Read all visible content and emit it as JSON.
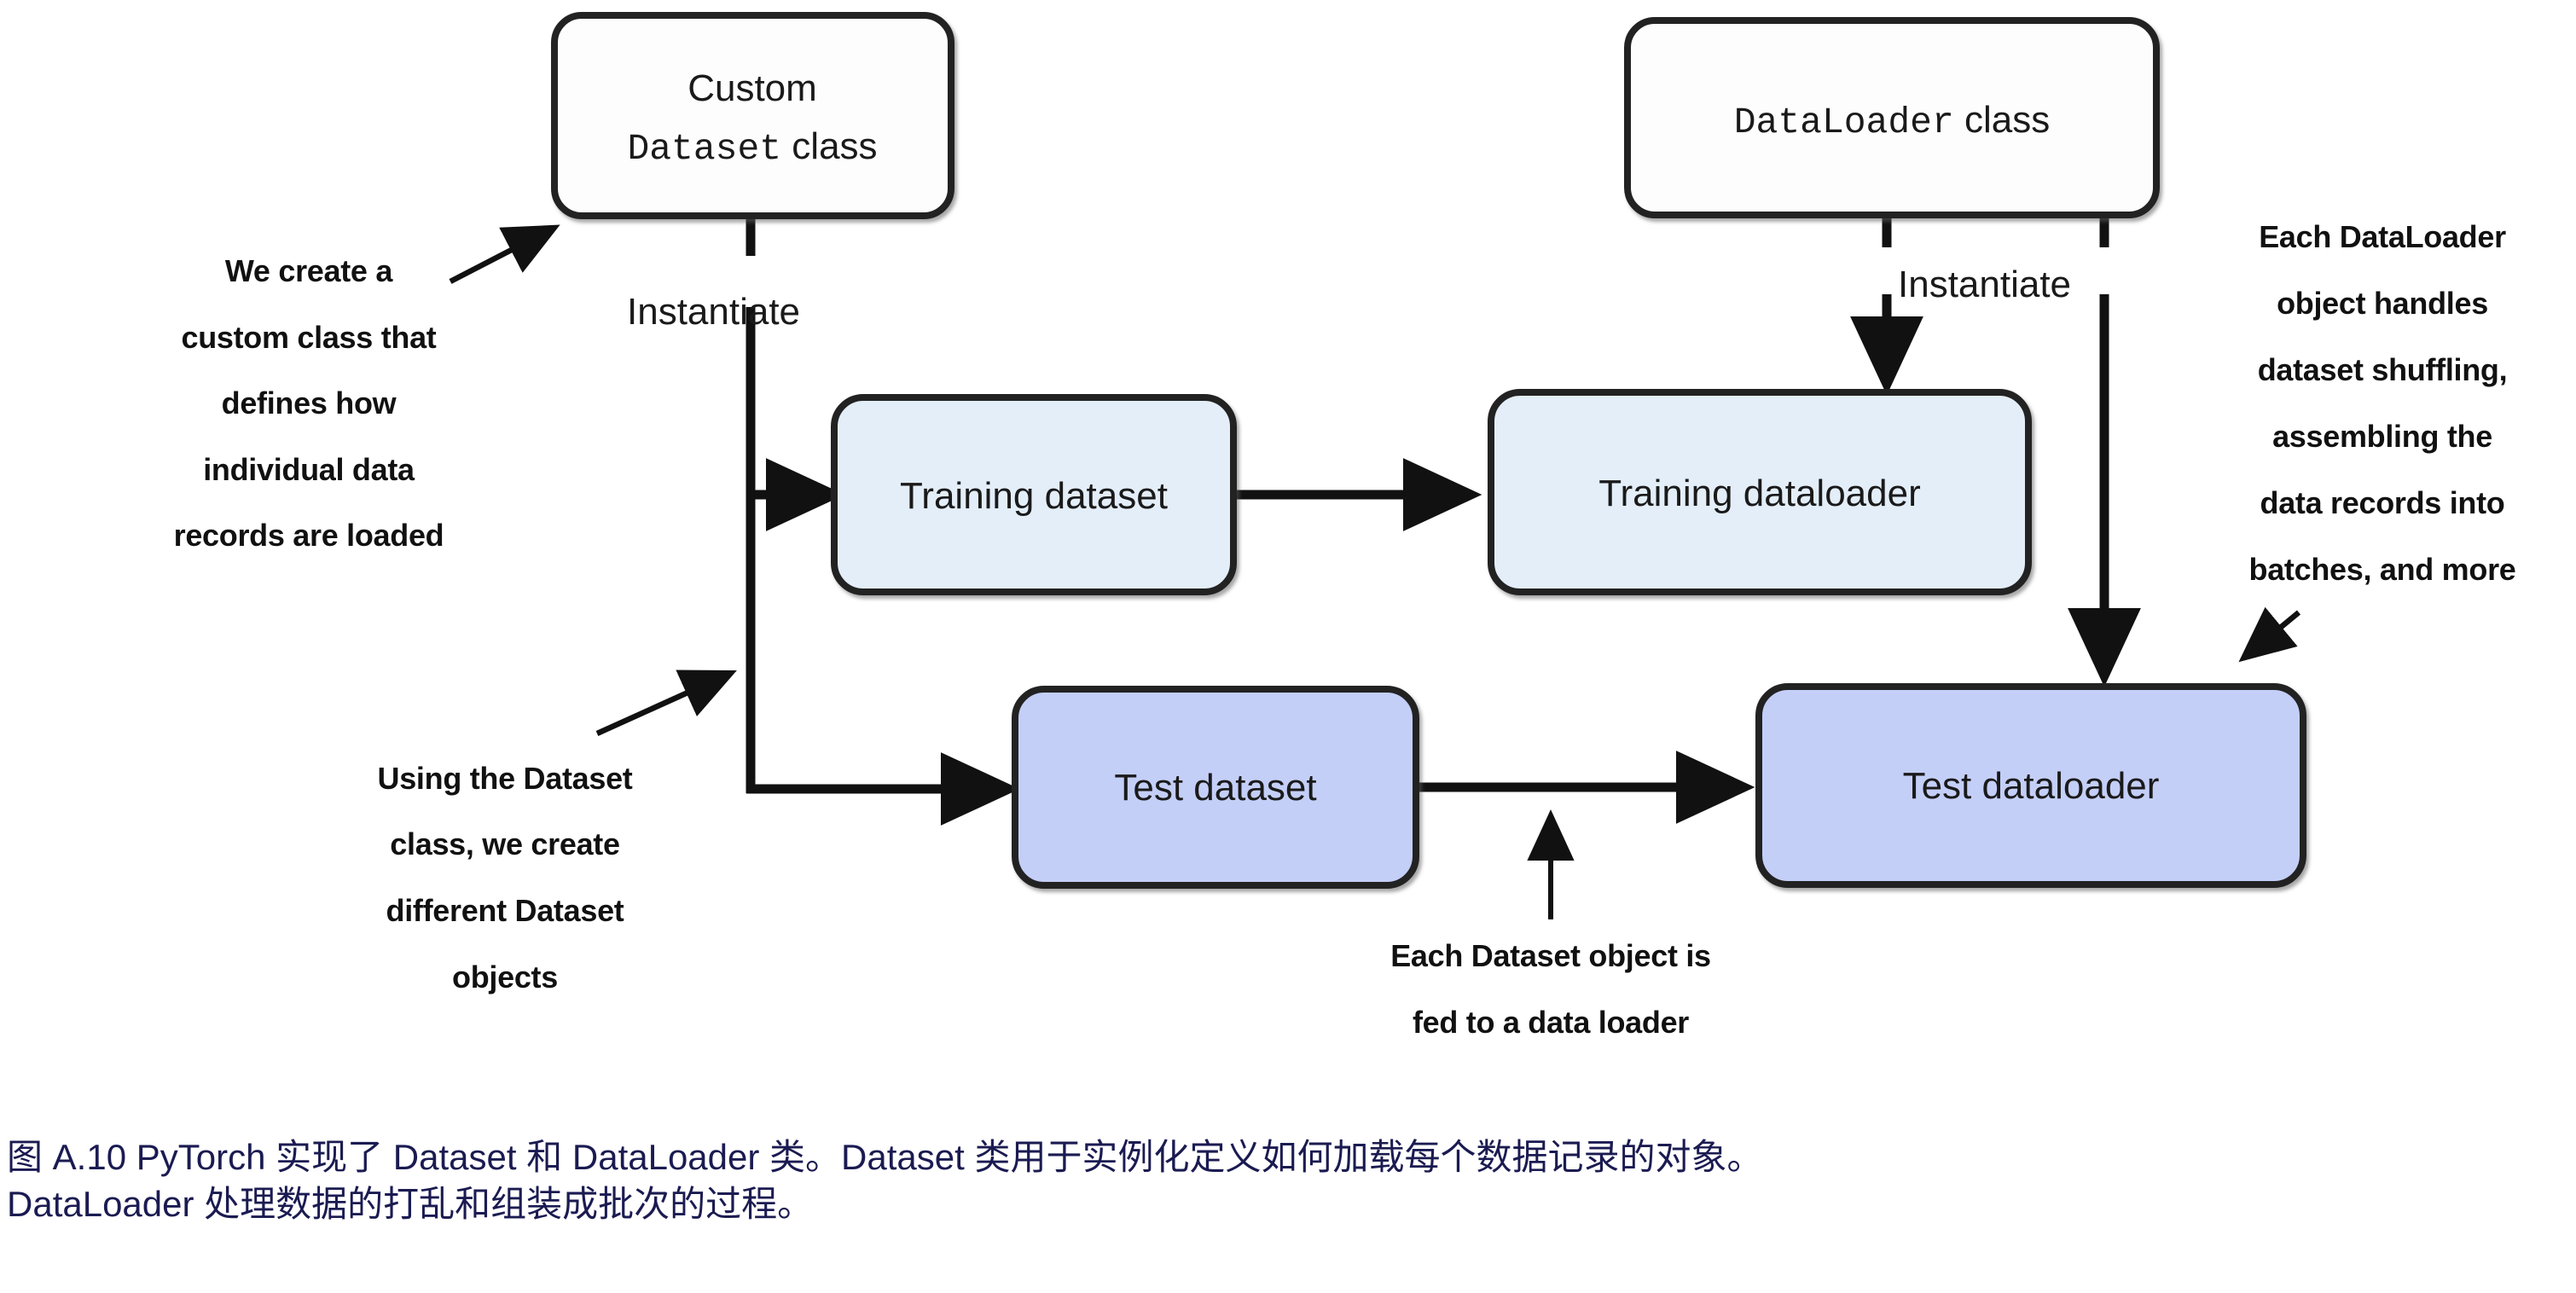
{
  "figure": {
    "title_id": "A.10",
    "colors": {
      "stroke": "#242424",
      "class_box_fill": "#fdfdfd",
      "training_fill": "#e3eef9",
      "test_fill": "#c4cff8",
      "caption_color": "#1b1b52",
      "text_color": "#1a1a1a"
    }
  },
  "nodes": {
    "custom_dataset_class": {
      "line1": "Custom",
      "line2_mono": "Dataset",
      "line2_plain": " class"
    },
    "dataloader_class": {
      "mono": "DataLoader",
      "plain": " class"
    },
    "training_dataset": {
      "label": "Training dataset"
    },
    "training_dataloader": {
      "label": "Training dataloader"
    },
    "test_dataset": {
      "label": "Test dataset"
    },
    "test_dataloader": {
      "label": "Test dataloader"
    }
  },
  "edges": {
    "instantiate_left": {
      "label": "Instantiate"
    },
    "instantiate_right": {
      "label": "Instantiate"
    }
  },
  "annotations": {
    "left_top": {
      "lines": [
        "We create a",
        "custom class that",
        "defines how",
        "individual data",
        "records are loaded"
      ]
    },
    "left_bottom": {
      "lines": [
        "Using the Dataset",
        "class, we create",
        "different Dataset",
        "objects"
      ]
    },
    "right": {
      "lines": [
        "Each DataLoader",
        "object handles",
        "dataset shuffling,",
        "assembling the",
        "data records into",
        "batches, and more"
      ]
    },
    "bottom_center": {
      "lines": [
        "Each Dataset object is",
        "fed to a data loader"
      ]
    }
  },
  "caption": {
    "text": "图 A.10 PyTorch 实现了 Dataset 和 DataLoader 类。Dataset 类用于实例化定义如何加载每个数据记录的对象。\nDataLoader 处理数据的打乱和组装成批次的过程。"
  }
}
